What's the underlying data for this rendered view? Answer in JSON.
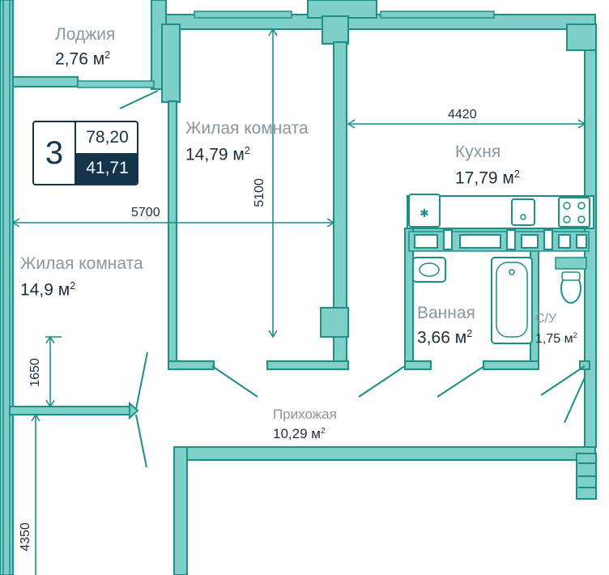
{
  "summary": {
    "room_count": "3",
    "total_area": "78,20",
    "living_area": "41,71"
  },
  "rooms": {
    "loggia": {
      "name": "Лоджия",
      "area": "2,76 м",
      "unit_sup": "2"
    },
    "living1": {
      "name": "Жилая комната",
      "area": "14,79 м",
      "unit_sup": "2"
    },
    "kitchen": {
      "name": "Кухня",
      "area": "17,79 м",
      "unit_sup": "2"
    },
    "living2": {
      "name": "Жилая комната",
      "area": "14,9 м",
      "unit_sup": "2"
    },
    "bathroom": {
      "name": "Ванная",
      "area": "3,66 м",
      "unit_sup": "2"
    },
    "wc": {
      "name": "С/У",
      "area": "1,75 м",
      "unit_sup": "2"
    },
    "hallway": {
      "name": "Прихожая",
      "area": "10,29 м",
      "unit_sup": "2"
    }
  },
  "dimensions": {
    "kitchen_width": "4420",
    "room_width": "5700",
    "room_depth": "5100",
    "corridor": "1650",
    "side": "4350"
  },
  "colors": {
    "wall_fill": "#7ecfc8",
    "wall_stroke": "#1d8f86",
    "badge_dark": "#13344b"
  }
}
